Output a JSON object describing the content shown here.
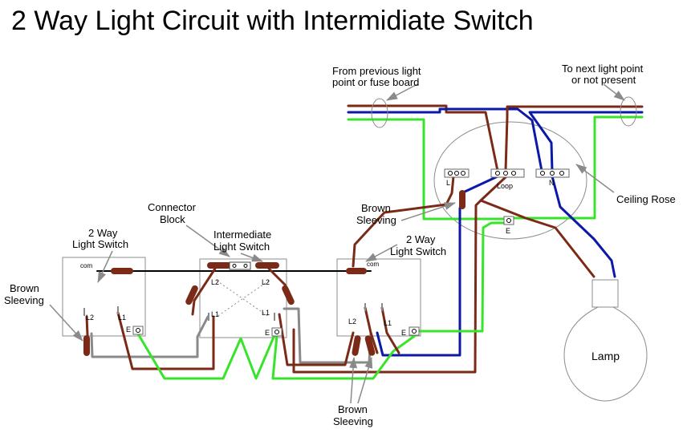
{
  "title": "2 Way Light Circuit with Intermidiate Switch",
  "colors": {
    "brown": "#7a2a16",
    "blue": "#0b18a8",
    "green": "#37e42a",
    "grey": "#8a8a8a",
    "black": "#000000",
    "outline": "#8c8c8c"
  },
  "labels": {
    "from_previous_1": "From previous light",
    "from_previous_2": "point or fuse board",
    "to_next_1": "To next light point",
    "to_next_2": "or not present",
    "ceiling_rose": "Ceiling Rose",
    "brown_sleeving_mid_1": "Brown",
    "brown_sleeving_mid_2": "Sleeving",
    "connector_block_1": "Connector",
    "connector_block_2": "Block",
    "intermediate_1": "Intermediate",
    "intermediate_2": "Light Switch",
    "left_switch_1": "2 Way",
    "left_switch_2": "Light Switch",
    "right_switch_1": "2 Way",
    "right_switch_2": "Light Switch",
    "brown_sleeving_left_1": "Brown",
    "brown_sleeving_left_2": "Sleeving",
    "brown_sleeving_bottom_1": "Brown",
    "brown_sleeving_bottom_2": "Sleeving",
    "lamp": "Lamp"
  },
  "terminals": {
    "rose_L": "L",
    "rose_loop": "Loop",
    "rose_N": "N",
    "rose_E": "E",
    "left_com": "com",
    "left_L2": "L2",
    "left_L1": "L1",
    "left_E": "E",
    "int_L2_left": "L2",
    "int_L2_right": "L2",
    "int_L1_left": "L1",
    "int_L1_right": "L1",
    "int_E": "E",
    "right_com": "com",
    "right_L2": "L2",
    "right_L1": "L1",
    "right_E": "E"
  }
}
